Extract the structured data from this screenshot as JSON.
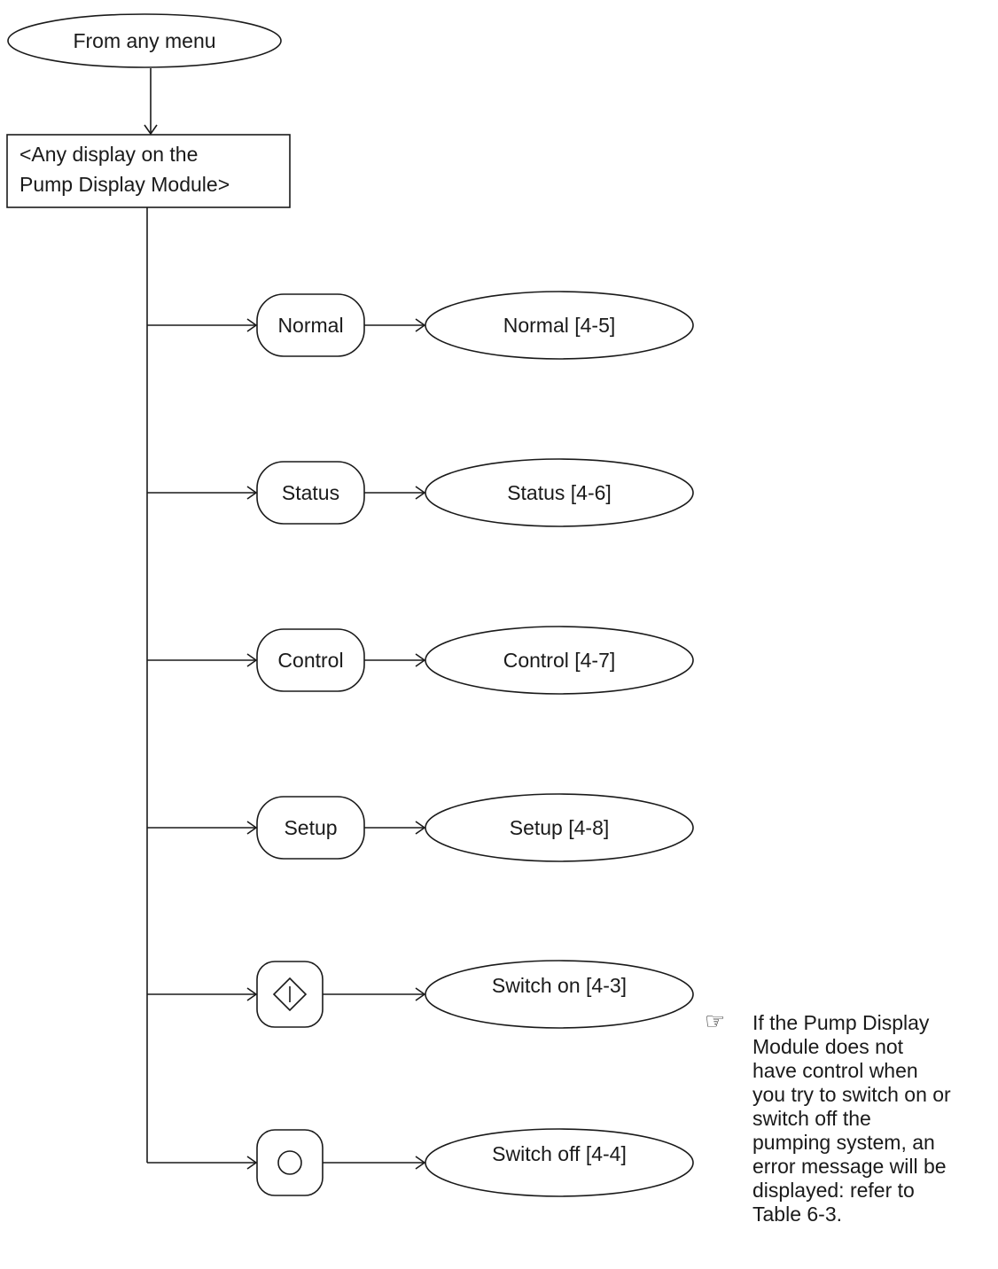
{
  "start": {
    "label": "From any menu"
  },
  "display_box": {
    "lines": [
      "<Any display on the",
      "Pump Display Module>"
    ]
  },
  "branches": [
    {
      "key_label": "Normal",
      "target": "Normal [4-5]",
      "key_icon": null
    },
    {
      "key_label": "Status",
      "target": "Status [4-6]",
      "key_icon": null
    },
    {
      "key_label": "Control",
      "target": "Control [4-7]",
      "key_icon": null
    },
    {
      "key_label": "Setup",
      "target": "Setup [4-8]",
      "key_icon": null
    },
    {
      "key_label": "",
      "target": "Switch on [4-3]",
      "key_icon": "switch-on-diamond-icon"
    },
    {
      "key_label": "",
      "target": "Switch off [4-4]",
      "key_icon": "switch-off-circle-icon"
    }
  ],
  "note": {
    "icon": "pointing-hand-icon",
    "lines": [
      "If the Pump Display",
      "Module does not",
      "have control when",
      "you try to switch on or",
      "switch off the",
      "pumping system, an",
      "error message will be",
      "displayed: refer to",
      "Table 6-3."
    ]
  }
}
